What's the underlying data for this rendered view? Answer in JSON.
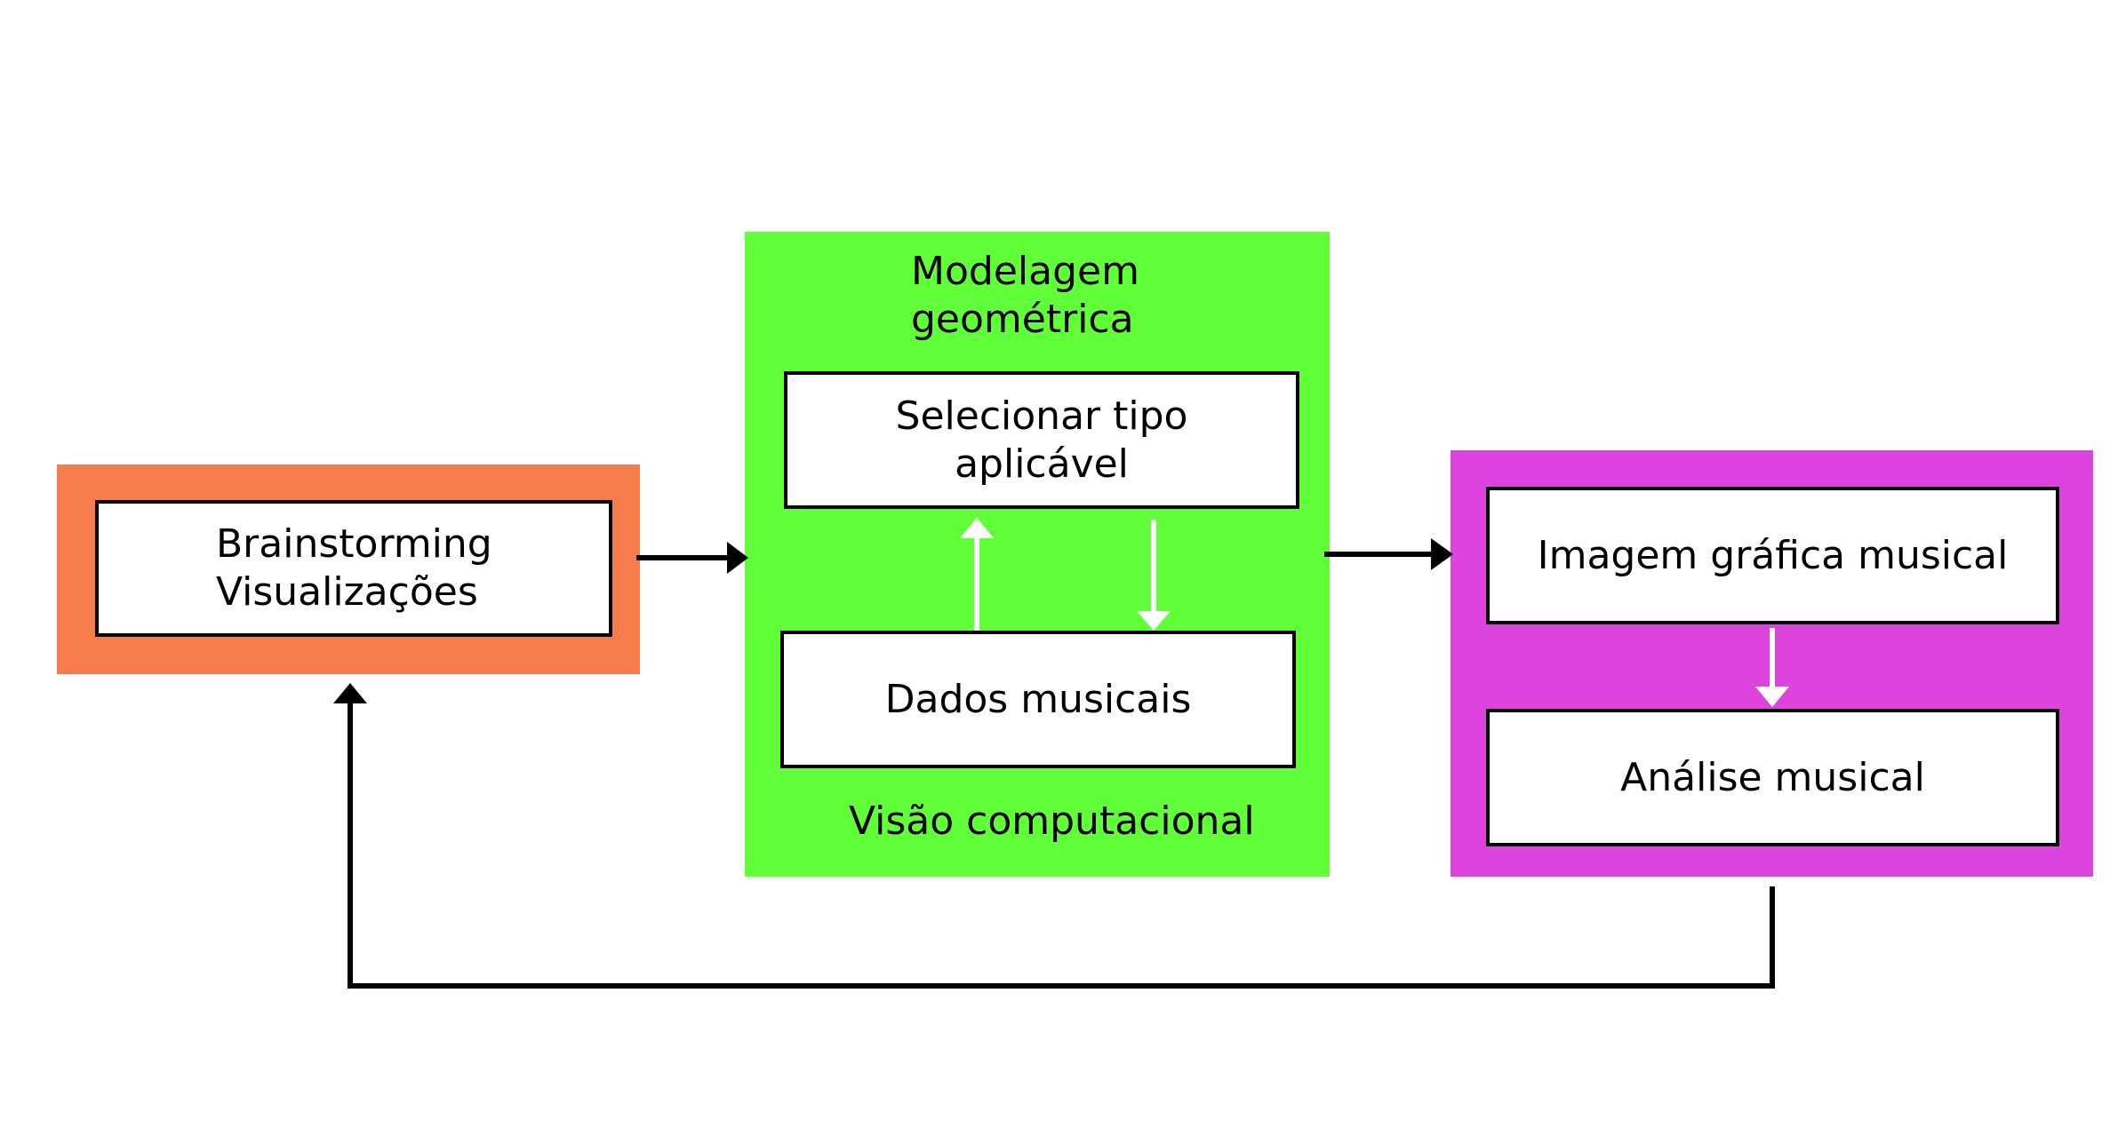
{
  "colors": {
    "ideation_group": "#F77C4D",
    "geometric_group": "#61FF39",
    "output_group": "#DD44DD",
    "box_fill": "#FFFFFF",
    "border": "#000000",
    "inner_arrow": "#FFFFFF",
    "outer_arrow": "#000000"
  },
  "ideation": {
    "box_lines": [
      "Brainstorming",
      "Visualizações"
    ]
  },
  "geometric": {
    "title_lines": [
      "Modelagem",
      "geométrica"
    ],
    "select_box_lines": [
      "Selecionar tipo",
      "aplicável"
    ],
    "data_box": "Dados musicais",
    "footer": "Visão computacional"
  },
  "output": {
    "graphic_box": "Imagem gráfica musical",
    "analysis_box": "Análise musical"
  }
}
